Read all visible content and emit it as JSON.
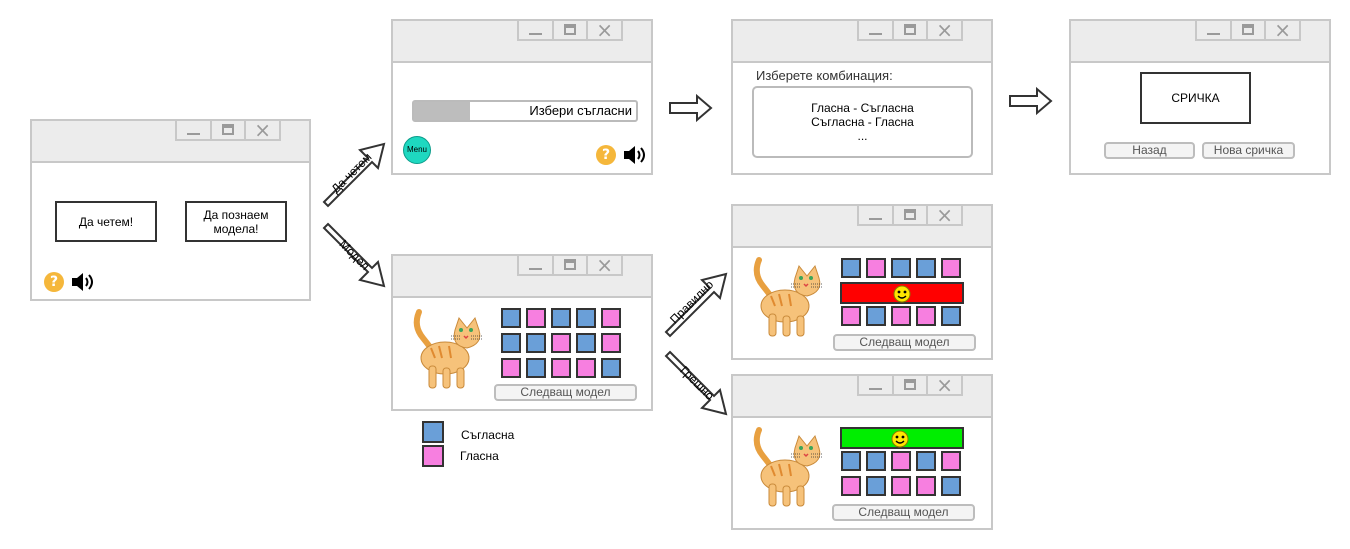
{
  "start": {
    "read_button": "Да четем!",
    "model_button": "Да познаем модела!"
  },
  "edges": {
    "read": "Да четем",
    "model": "Модел",
    "correct": "Правилно",
    "wrong": "Грешно"
  },
  "read_screen": {
    "progress_label": "Избери съгласни",
    "progress_fraction": 0.25,
    "menu_label": "Menu"
  },
  "combo_screen": {
    "prompt": "Изберете комбинация:",
    "options": [
      "Гласна - Съгласна",
      "Съгласна - Гласна",
      "..."
    ]
  },
  "word_screen": {
    "word": "СРИЧКА",
    "back_button": "Назад",
    "new_button": "Нова сричка"
  },
  "model_screen": {
    "next_button": "Следващ модел",
    "grid": [
      [
        "blue",
        "pink",
        "blue",
        "blue",
        "pink"
      ],
      [
        "blue",
        "blue",
        "pink",
        "blue",
        "pink"
      ],
      [
        "pink",
        "blue",
        "pink",
        "pink",
        "blue"
      ]
    ]
  },
  "legend": {
    "consonant": "Съгласна",
    "vowel": "Гласна",
    "consonant_color": "#6a9fd8",
    "vowel_color": "#f77fe0"
  },
  "correct_screen": {
    "next_button": "Следващ модел",
    "top_row": [
      "blue",
      "pink",
      "blue",
      "blue",
      "pink"
    ],
    "bottom_row": [
      "pink",
      "blue",
      "pink",
      "pink",
      "blue"
    ],
    "bar_color": "#ff0000"
  },
  "wrong_screen": {
    "next_button": "Следващ модел",
    "row1": [
      "blue",
      "blue",
      "pink",
      "blue",
      "pink"
    ],
    "row2": [
      "pink",
      "blue",
      "pink",
      "pink",
      "blue"
    ],
    "bar_color": "#00ee00"
  },
  "icons": {
    "help": "?",
    "speaker": "speaker-icon",
    "smiley": "smiley-icon",
    "cat": "cat-illustration",
    "arrow": "arrow-icon"
  }
}
